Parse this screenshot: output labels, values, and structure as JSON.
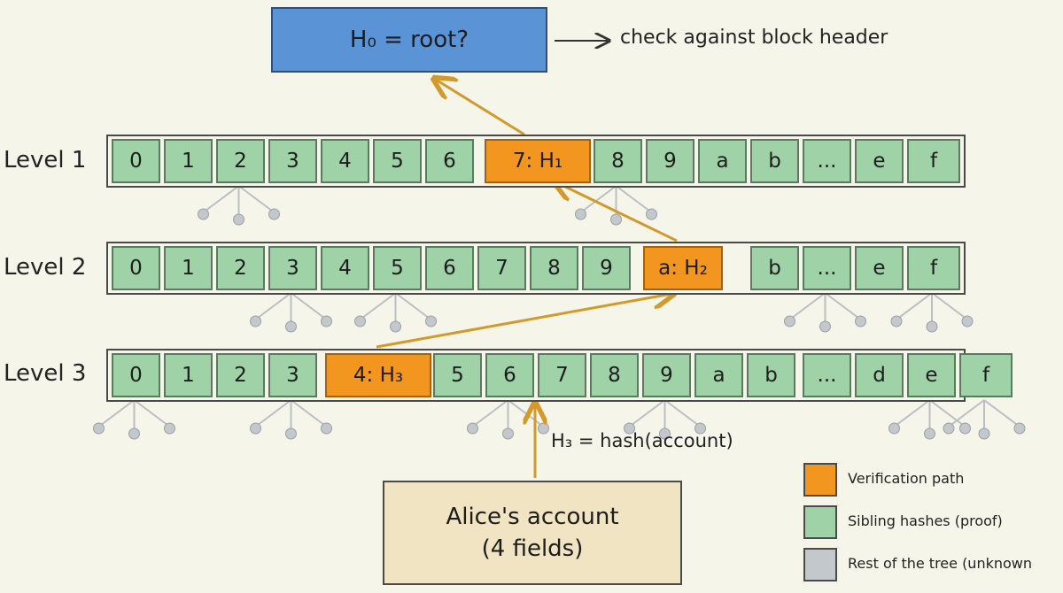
{
  "colors": {
    "background": "#f6f5ea",
    "verification_path": "#f2961f",
    "sibling": "#9fd2a6",
    "unknown": "#c2c8cb",
    "root": "#5b94d6",
    "account": "#f0e4c2",
    "arrow": "#d29a2c"
  },
  "root": {
    "label": "H₀ = root?",
    "note": "check against block header"
  },
  "levels": [
    {
      "label": "Level 1",
      "cells": [
        {
          "text": "0",
          "type": "sibling"
        },
        {
          "text": "1",
          "type": "sibling"
        },
        {
          "text": "2",
          "type": "sibling"
        },
        {
          "text": "3",
          "type": "sibling"
        },
        {
          "text": "4",
          "type": "sibling"
        },
        {
          "text": "5",
          "type": "sibling"
        },
        {
          "text": "6",
          "type": "sibling"
        },
        {
          "text": "7: H₁",
          "type": "path"
        },
        {
          "text": "8",
          "type": "sibling"
        },
        {
          "text": "9",
          "type": "sibling"
        },
        {
          "text": "a",
          "type": "sibling"
        },
        {
          "text": "b",
          "type": "sibling"
        },
        {
          "text": "...",
          "type": "sibling"
        },
        {
          "text": "e",
          "type": "sibling"
        },
        {
          "text": "f",
          "type": "sibling"
        }
      ]
    },
    {
      "label": "Level 2",
      "cells": [
        {
          "text": "0",
          "type": "sibling"
        },
        {
          "text": "1",
          "type": "sibling"
        },
        {
          "text": "2",
          "type": "sibling"
        },
        {
          "text": "3",
          "type": "sibling"
        },
        {
          "text": "4",
          "type": "sibling"
        },
        {
          "text": "5",
          "type": "sibling"
        },
        {
          "text": "6",
          "type": "sibling"
        },
        {
          "text": "7",
          "type": "sibling"
        },
        {
          "text": "8",
          "type": "sibling"
        },
        {
          "text": "9",
          "type": "sibling"
        },
        {
          "text": "a: H₂",
          "type": "path"
        },
        {
          "text": "b",
          "type": "sibling"
        },
        {
          "text": "...",
          "type": "sibling"
        },
        {
          "text": "e",
          "type": "sibling"
        },
        {
          "text": "f",
          "type": "sibling"
        }
      ]
    },
    {
      "label": "Level 3",
      "cells": [
        {
          "text": "0",
          "type": "sibling"
        },
        {
          "text": "1",
          "type": "sibling"
        },
        {
          "text": "2",
          "type": "sibling"
        },
        {
          "text": "3",
          "type": "sibling"
        },
        {
          "text": "4: H₃",
          "type": "path"
        },
        {
          "text": "5",
          "type": "sibling"
        },
        {
          "text": "6",
          "type": "sibling"
        },
        {
          "text": "7",
          "type": "sibling"
        },
        {
          "text": "8",
          "type": "sibling"
        },
        {
          "text": "9",
          "type": "sibling"
        },
        {
          "text": "a",
          "type": "sibling"
        },
        {
          "text": "b",
          "type": "sibling"
        },
        {
          "text": "...",
          "type": "sibling"
        },
        {
          "text": "d",
          "type": "sibling"
        },
        {
          "text": "e",
          "type": "sibling"
        },
        {
          "text": "f",
          "type": "sibling"
        }
      ]
    }
  ],
  "h3_caption": "H₃ = hash(account)",
  "account": {
    "line1": "Alice's account",
    "line2": "(4 fields)"
  },
  "legend": [
    {
      "label": "Verification path",
      "type": "path"
    },
    {
      "label": "Sibling hashes (proof)",
      "type": "sibling"
    },
    {
      "label": "Rest of the tree (unknown",
      "type": "unknown"
    }
  ]
}
